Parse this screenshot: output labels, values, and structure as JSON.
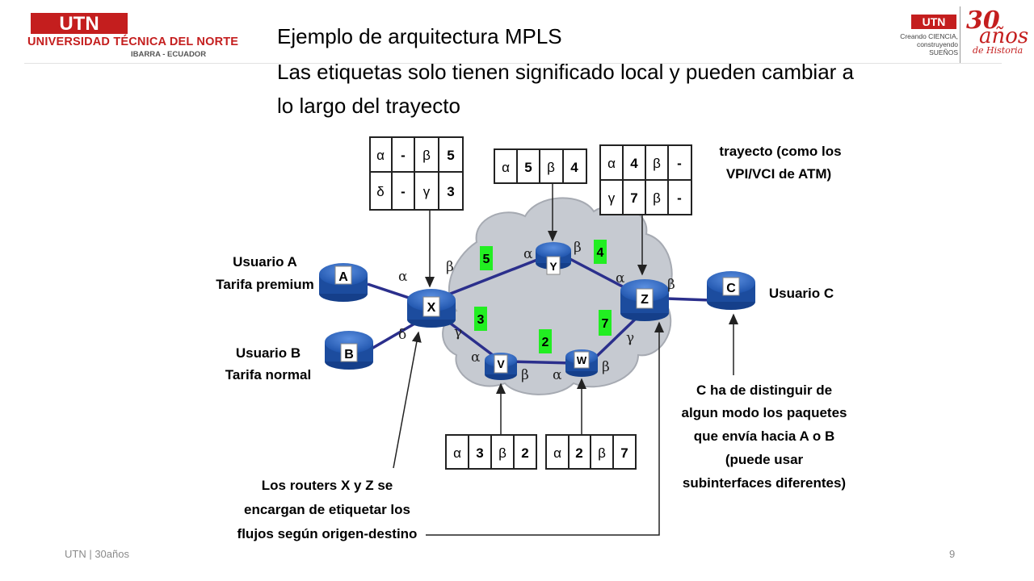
{
  "header": {
    "logo_mark": "UTN",
    "university_name": "UNIVERSIDAD TÉCNICA DEL NORTE",
    "location": "IBARRA - ECUADOR",
    "right_logo_mark": "UTN",
    "right_logo_line1": "Creando CIENCIA,",
    "right_logo_line2": "construyendo SUEÑOS",
    "anniversary_number": "30",
    "anniversary_word": "años",
    "anniversary_sub": "de Historia"
  },
  "slide": {
    "title": "Ejemplo de arquitectura MPLS",
    "subtitle": "Las etiquetas solo tienen significado local y pueden cambiar a lo largo del trayecto"
  },
  "diagram": {
    "routers": [
      "A",
      "B",
      "C",
      "X",
      "Y",
      "Z",
      "V",
      "W"
    ],
    "users": {
      "a_line1": "Usuario A",
      "a_line2": "Tarifa premium",
      "b_line1": "Usuario B",
      "b_line2": "Tarifa normal",
      "c": "Usuario C"
    },
    "interfaces": {
      "alpha": "α",
      "beta": "β",
      "gamma": "γ",
      "delta": "δ"
    },
    "link_labels": [
      "5",
      "4",
      "3",
      "7",
      "2"
    ],
    "table_x": [
      [
        "α",
        "-",
        "β",
        "5"
      ],
      [
        "δ",
        "-",
        "γ",
        "3"
      ]
    ],
    "table_y": [
      [
        "α",
        "5",
        "β",
        "4"
      ]
    ],
    "table_z": [
      [
        "α",
        "4",
        "β",
        "-"
      ],
      [
        "γ",
        "7",
        "β",
        "-"
      ]
    ],
    "table_v": [
      [
        "α",
        "3",
        "β",
        "2"
      ]
    ],
    "table_w": [
      [
        "α",
        "2",
        "β",
        "7"
      ]
    ],
    "note_trayecto": [
      "trayecto  (como los",
      "VPI/VCI de ATM)"
    ],
    "note_c": [
      "C ha de distinguir de",
      "algun modo los paquetes",
      "que envía hacia A o B",
      "(puede usar",
      "subinterfaces diferentes)"
    ],
    "note_routers": [
      "Los routers X y Z se",
      "encargan de etiquetar los",
      "flujos según origen-destino"
    ],
    "colors": {
      "router": "#1f5fc0",
      "link": "#2b2f8c",
      "label_bg": "#22ee22",
      "cloud": "#c8ccd2"
    }
  },
  "footer": {
    "left": "UTN | 30años",
    "page": "9"
  }
}
